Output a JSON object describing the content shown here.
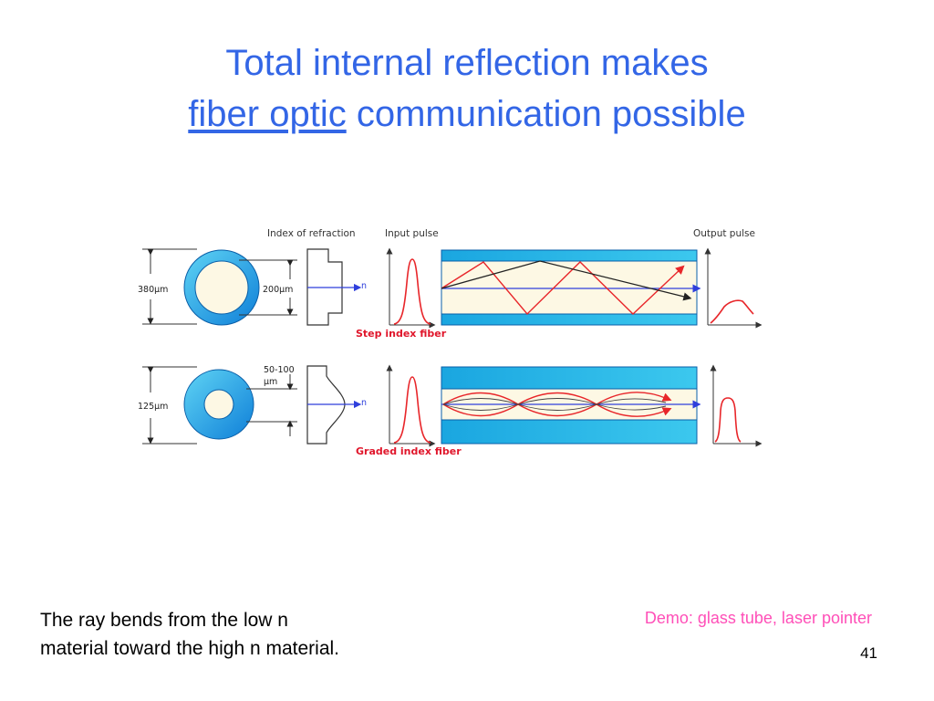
{
  "title": {
    "line1": "Total internal reflection makes",
    "line2_link": "fiber optic",
    "line2_rest": " communication possible"
  },
  "diagram": {
    "headers": {
      "index": "Index of refraction",
      "input": "Input pulse",
      "output": "Output pulse"
    },
    "step": {
      "outer_diameter": "380μm",
      "core_diameter": "200μm",
      "axis_label": "n",
      "name": "Step index fiber"
    },
    "graded": {
      "outer_diameter": "125μm",
      "core_line1": "50-100",
      "core_line2": "μm",
      "axis_label": "n",
      "name": "Graded index fiber"
    },
    "colors": {
      "cladding": "#22b0e6",
      "core": "#fdf8e4",
      "ray": "#e8262a",
      "axis": "#2f3fdc",
      "label": "#e0162b"
    }
  },
  "caption": {
    "line1": "The ray bends from the low n",
    "line2": "material toward the high n material."
  },
  "demo": "Demo: glass tube, laser pointer",
  "page_number": "41"
}
